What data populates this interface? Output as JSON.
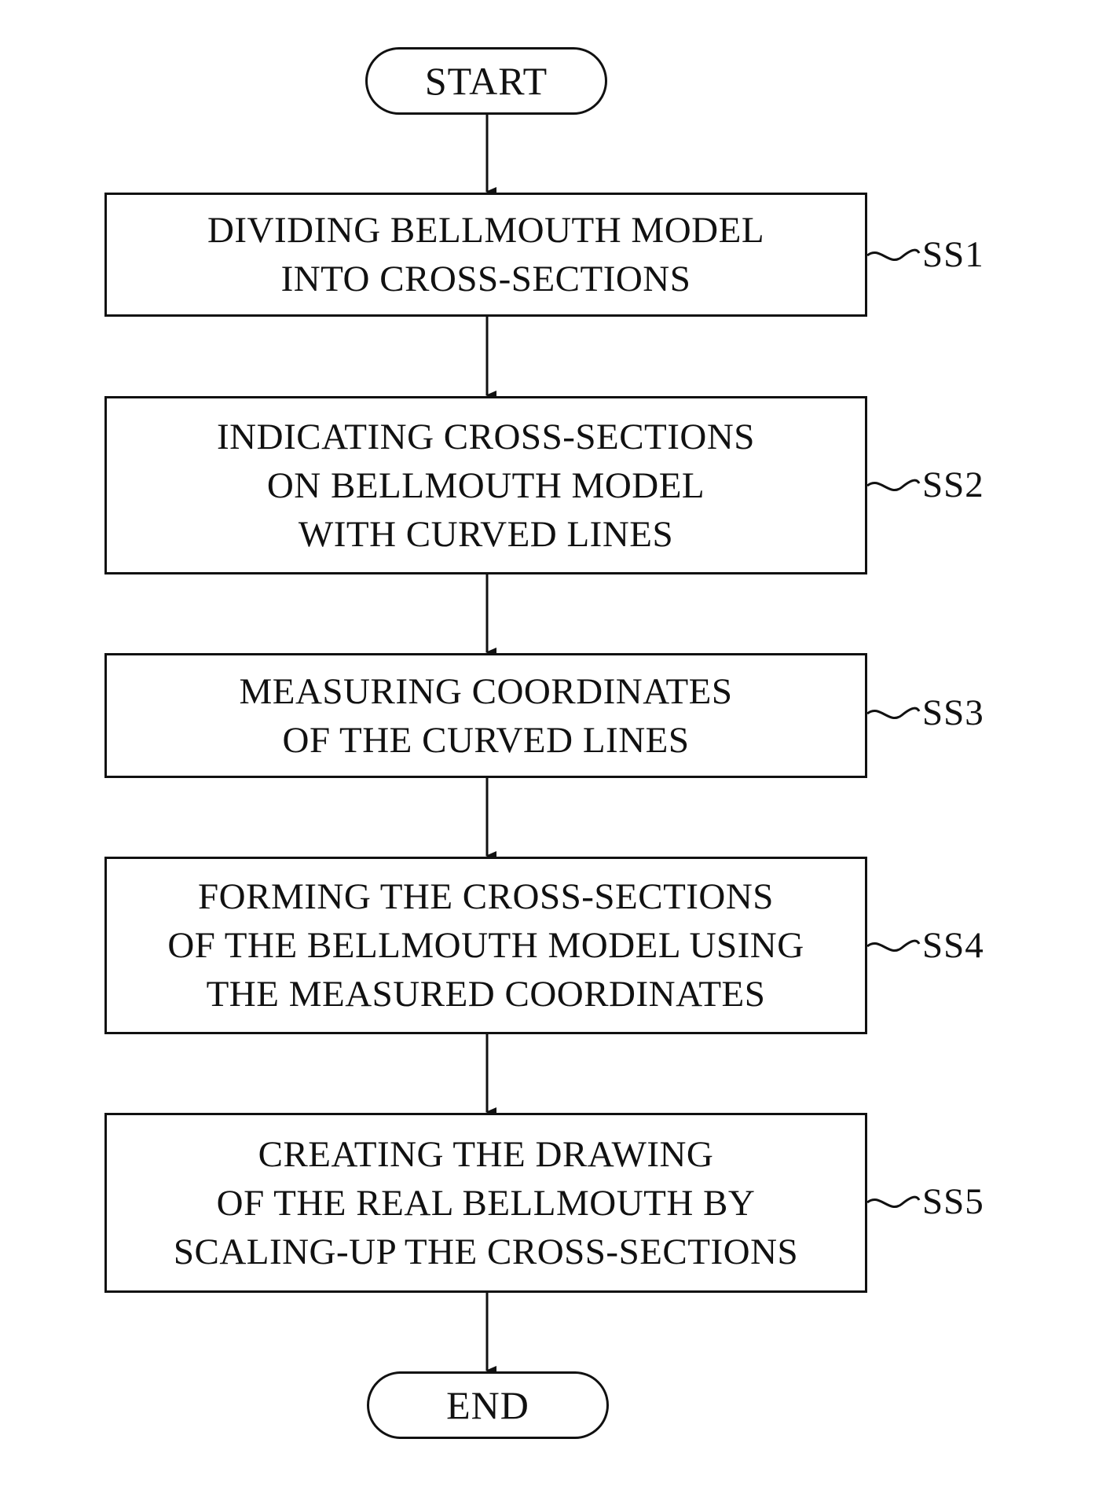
{
  "flowchart": {
    "start_label": "START",
    "end_label": "END",
    "steps": [
      {
        "id": "SS1",
        "lines": [
          "DIVIDING BELLMOUTH MODEL",
          "INTO CROSS-SECTIONS"
        ]
      },
      {
        "id": "SS2",
        "lines": [
          "INDICATING CROSS-SECTIONS",
          "ON BELLMOUTH MODEL",
          "WITH CURVED LINES"
        ]
      },
      {
        "id": "SS3",
        "lines": [
          "MEASURING COORDINATES",
          "OF THE CURVED LINES"
        ]
      },
      {
        "id": "SS4",
        "lines": [
          "FORMING THE CROSS-SECTIONS",
          "OF THE BELLMOUTH MODEL USING",
          "THE MEASURED COORDINATES"
        ]
      },
      {
        "id": "SS5",
        "lines": [
          "CREATING THE DRAWING",
          "OF THE REAL BELLMOUTH BY",
          "SCALING-UP THE CROSS-SECTIONS"
        ]
      }
    ]
  },
  "colors": {
    "line": "#111111",
    "background": "#ffffff"
  }
}
